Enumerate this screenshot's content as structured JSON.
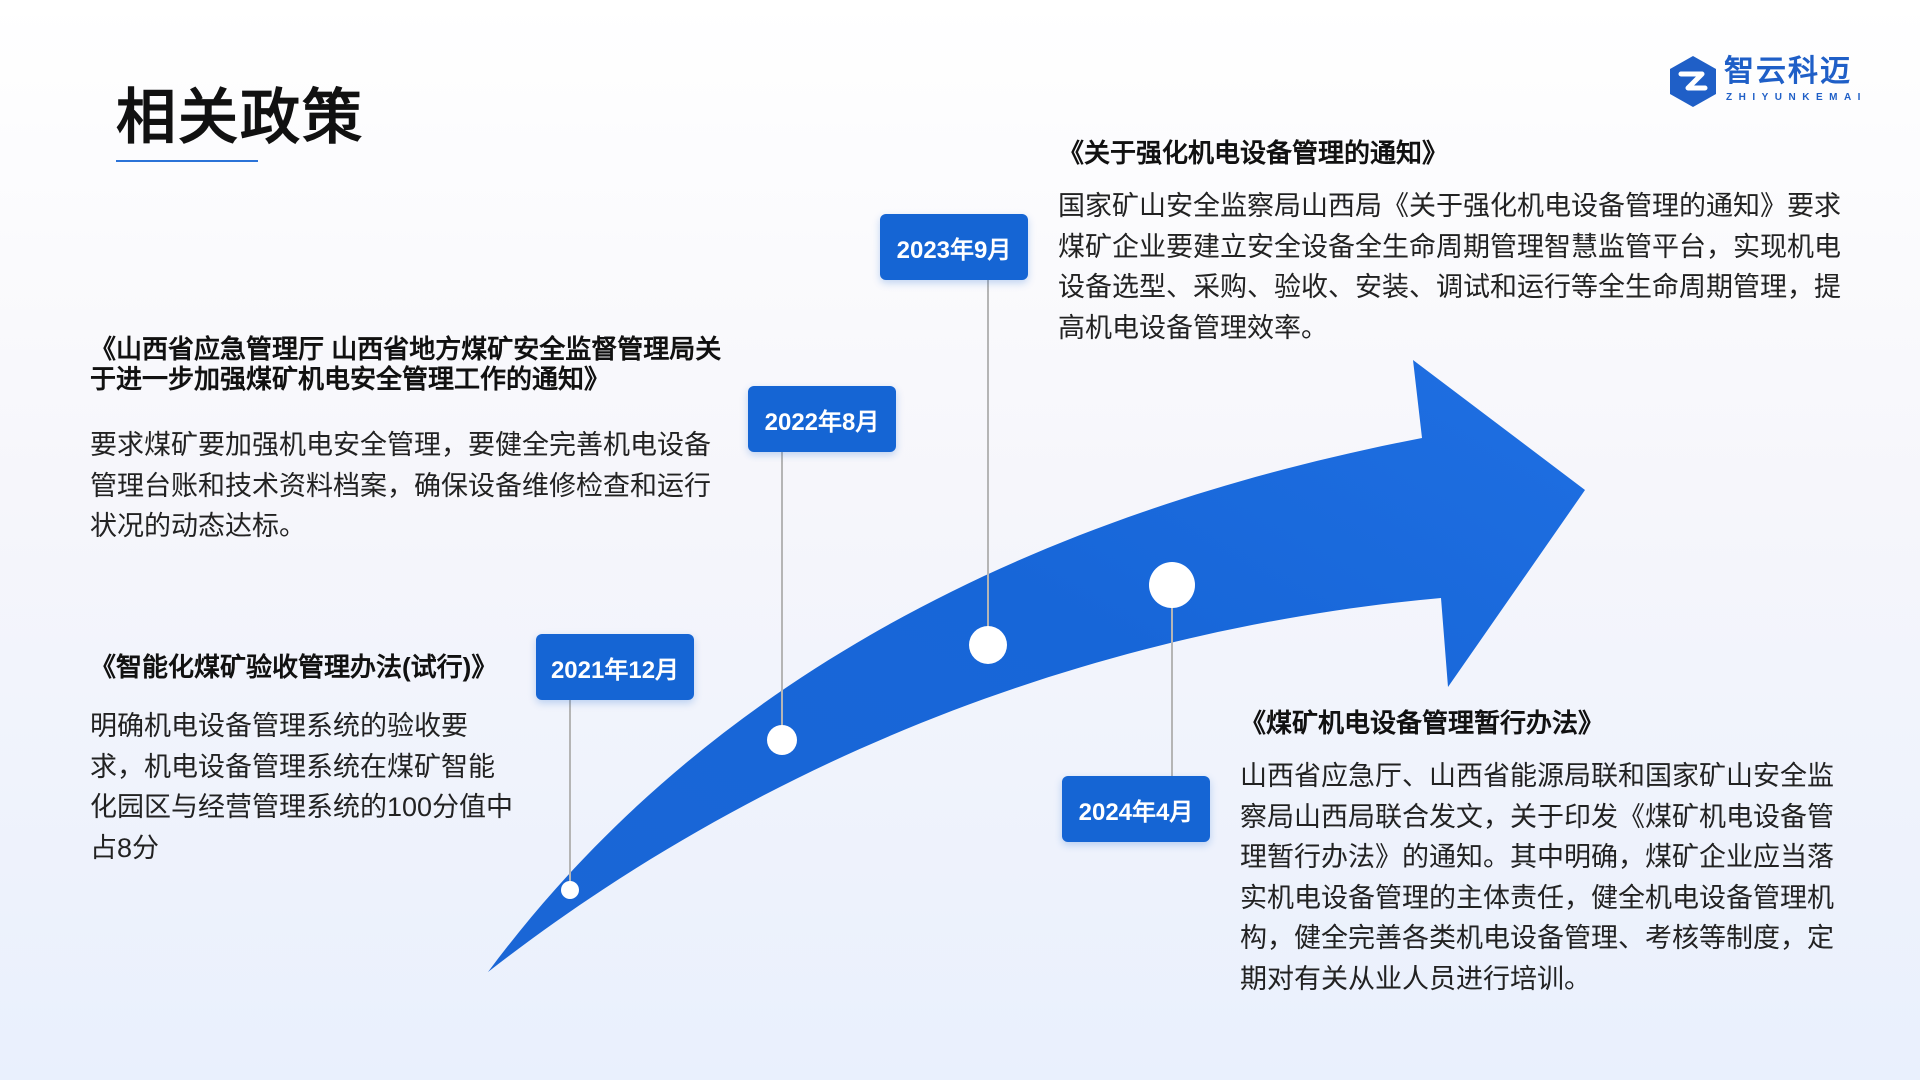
{
  "header": {
    "title": "相关政策"
  },
  "logo": {
    "cn": "智云科迈",
    "en": "ZHIYUNKEMAI"
  },
  "colors": {
    "accent": "#1565d4",
    "arrow_dark": "#1457c6",
    "arrow_light": "#2a7fe8"
  },
  "timeline": [
    {
      "date": "2021年12月",
      "title": "《智能化煤矿验收管理办法(试行)》",
      "body": "明确机电设备管理系统的验收要求，机电设备管理系统在煤矿智能化园区与经营管理系统的100分值中占8分"
    },
    {
      "date": "2022年8月",
      "title": "《山西省应急管理厅 山西省地方煤矿安全监督管理局关于进一步加强煤矿机电安全管理工作的通知》",
      "body": "要求煤矿要加强机电安全管理，要健全完善机电设备管理台账和技术资料档案，确保设备维修检查和运行状况的动态达标。"
    },
    {
      "date": "2023年9月",
      "title": "《关于强化机电设备管理的通知》",
      "body": "国家矿山安全监察局山西局《关于强化机电设备管理的通知》要求煤矿企业要建立安全设备全生命周期管理智慧监管平台，实现机电设备选型、采购、验收、安装、调试和运行等全生命周期管理，提高机电设备管理效率。"
    },
    {
      "date": "2024年4月",
      "title": "《煤矿机电设备管理暂行办法》",
      "body": "山西省应急厅、山西省能源局联和国家矿山安全监察局山西局联合发文，关于印发《煤矿机电设备管理暂行办法》的通知。其中明确，煤矿企业应当落实机电设备管理的主体责任，健全机电设备管理机构，健全完善各类机电设备管理、考核等制度，定期对有关从业人员进行培训。"
    }
  ]
}
